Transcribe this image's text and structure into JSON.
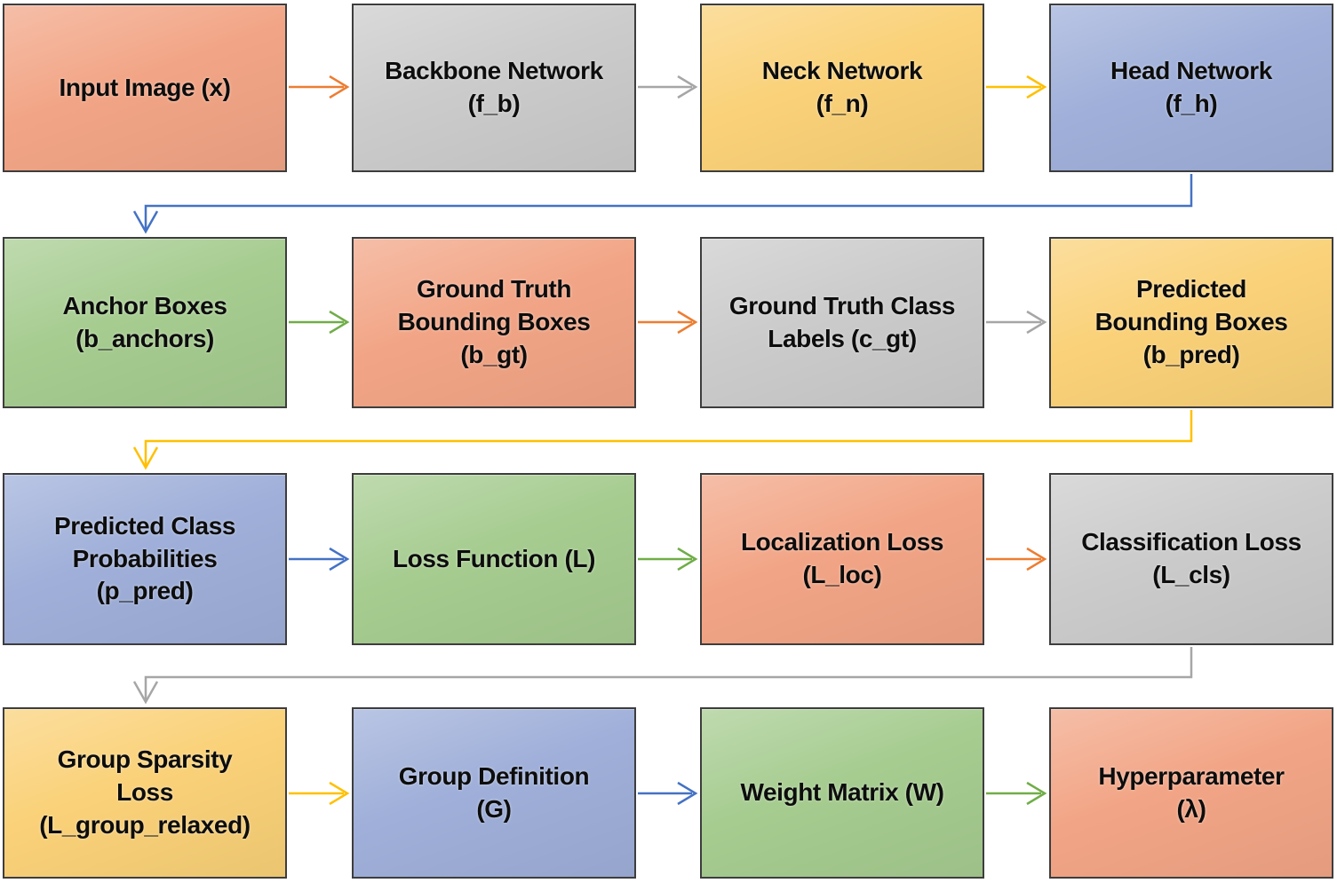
{
  "fills": {
    "salmon": "#F2A586",
    "gray": "#CBCBCB",
    "gold": "#FAD178",
    "blue": "#9FAFD9",
    "green": "#A6CC90"
  },
  "theme_colors": {
    "orange": "#ED7D31",
    "gray": "#A6A6A6",
    "gold": "#FFC000",
    "blue": "#4472C4",
    "green": "#70AD47"
  },
  "rows": [
    {
      "boxes": [
        {
          "id": "input-image",
          "label": "Input Image (x)",
          "fill": "salmon"
        },
        {
          "id": "backbone-network",
          "label": "Backbone Network\n(f_b)",
          "fill": "gray"
        },
        {
          "id": "neck-network",
          "label": "Neck Network\n(f_n)",
          "fill": "gold"
        },
        {
          "id": "head-network",
          "label": "Head Network\n(f_h)",
          "fill": "blue"
        }
      ]
    },
    {
      "boxes": [
        {
          "id": "anchor-boxes",
          "label": "Anchor Boxes\n(b_anchors)",
          "fill": "green"
        },
        {
          "id": "ground-truth-bounding-boxes",
          "label": "Ground Truth\nBounding Boxes\n(b_gt)",
          "fill": "salmon"
        },
        {
          "id": "ground-truth-class-labels",
          "label": "Ground Truth Class\nLabels (c_gt)",
          "fill": "gray"
        },
        {
          "id": "predicted-bounding-boxes",
          "label": "Predicted\nBounding Boxes\n(b_pred)",
          "fill": "gold"
        }
      ]
    },
    {
      "boxes": [
        {
          "id": "predicted-class-probabilities",
          "label": "Predicted Class\nProbabilities\n(p_pred)",
          "fill": "blue"
        },
        {
          "id": "loss-function",
          "label": "Loss Function (L)",
          "fill": "green"
        },
        {
          "id": "localization-loss",
          "label": "Localization Loss\n(L_loc)",
          "fill": "salmon"
        },
        {
          "id": "classification-loss",
          "label": "Classification Loss\n(L_cls)",
          "fill": "gray"
        }
      ]
    },
    {
      "boxes": [
        {
          "id": "group-sparsity-loss",
          "label": "Group Sparsity\nLoss\n(L_group_relaxed)",
          "fill": "gold"
        },
        {
          "id": "group-definition",
          "label": "Group Definition\n(G)",
          "fill": "blue"
        },
        {
          "id": "weight-matrix",
          "label": "Weight Matrix (W)",
          "fill": "green"
        },
        {
          "id": "hyperparameter",
          "label": "Hyperparameter\n(λ)",
          "fill": "salmon"
        }
      ]
    }
  ],
  "connectors": [
    {
      "from": "input-image",
      "to": "backbone-network",
      "type": "straight",
      "color": "#ED7D31"
    },
    {
      "from": "backbone-network",
      "to": "neck-network",
      "type": "straight",
      "color": "#A6A6A6"
    },
    {
      "from": "neck-network",
      "to": "head-network",
      "type": "straight",
      "color": "#FFC000"
    },
    {
      "from": "head-network",
      "to": "anchor-boxes",
      "type": "wrap-elbow",
      "color": "#4472C4"
    },
    {
      "from": "anchor-boxes",
      "to": "ground-truth-bounding-boxes",
      "type": "straight",
      "color": "#70AD47"
    },
    {
      "from": "ground-truth-bounding-boxes",
      "to": "ground-truth-class-labels",
      "type": "straight",
      "color": "#ED7D31"
    },
    {
      "from": "ground-truth-class-labels",
      "to": "predicted-bounding-boxes",
      "type": "straight",
      "color": "#A6A6A6"
    },
    {
      "from": "predicted-bounding-boxes",
      "to": "predicted-class-probabilities",
      "type": "wrap-elbow",
      "color": "#FFC000"
    },
    {
      "from": "predicted-class-probabilities",
      "to": "loss-function",
      "type": "straight",
      "color": "#4472C4"
    },
    {
      "from": "loss-function",
      "to": "localization-loss",
      "type": "straight",
      "color": "#70AD47"
    },
    {
      "from": "localization-loss",
      "to": "classification-loss",
      "type": "straight",
      "color": "#ED7D31"
    },
    {
      "from": "classification-loss",
      "to": "group-sparsity-loss",
      "type": "wrap-elbow",
      "color": "#A6A6A6"
    },
    {
      "from": "group-sparsity-loss",
      "to": "group-definition",
      "type": "straight",
      "color": "#FFC000"
    },
    {
      "from": "group-definition",
      "to": "weight-matrix",
      "type": "straight",
      "color": "#4472C4"
    },
    {
      "from": "weight-matrix",
      "to": "hyperparameter",
      "type": "straight",
      "color": "#70AD47"
    }
  ]
}
